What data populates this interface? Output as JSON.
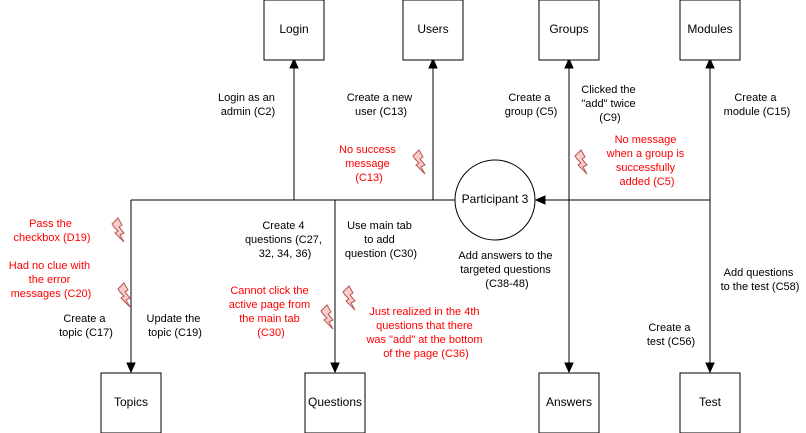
{
  "colors": {
    "issue_text": "#ff0000",
    "bolt_fill": "#f8cecc",
    "bolt_stroke": "#b85450",
    "line": "#000000"
  },
  "nodes": {
    "login": "Login",
    "users": "Users",
    "groups": "Groups",
    "modules": "Modules",
    "participant": "Participant 3",
    "topics": "Topics",
    "questions": "Questions",
    "answers": "Answers",
    "test": "Test"
  },
  "actions": {
    "login": [
      "Login as an",
      "admin (C2)"
    ],
    "users": [
      "Create a new",
      "user (C13)"
    ],
    "groups": [
      "Create a",
      "group (C5)"
    ],
    "groups_add": [
      "Clicked the",
      "\"add\" twice",
      "(C9)"
    ],
    "modules": [
      "Create a",
      "module (C15)"
    ],
    "questions_create": [
      "Create 4",
      "questions (C27,",
      "32, 34, 36)"
    ],
    "questions_tab": [
      "Use main tab",
      "to add",
      "question (C30)"
    ],
    "answers": [
      "Add answers to the",
      "targeted questions",
      "(C38-48)"
    ],
    "test_questions": [
      "Add questions",
      "to the test (C58)"
    ],
    "test_create": [
      "Create a",
      "test (C56)"
    ],
    "topic_create": [
      "Create a",
      "topic (C17)"
    ],
    "topic_update": [
      "Update the",
      "topic (C19)"
    ]
  },
  "issues": {
    "users": [
      "No success",
      "message",
      "(C13)"
    ],
    "groups": [
      "No message",
      "when a group is",
      "successfully",
      "added (C5)"
    ],
    "topics_checkbox": [
      "Pass the",
      "checkbox (D19)"
    ],
    "topics_errors": [
      "Had no clue with",
      "the error",
      "messages (C20)"
    ],
    "questions_active": [
      "Cannot click the",
      "active page from",
      "the main tab",
      "(C30)"
    ],
    "questions_add": [
      "Just realized in the 4th",
      "questions that there",
      "was \"add\" at the bottom",
      "of the page (C36)"
    ]
  }
}
